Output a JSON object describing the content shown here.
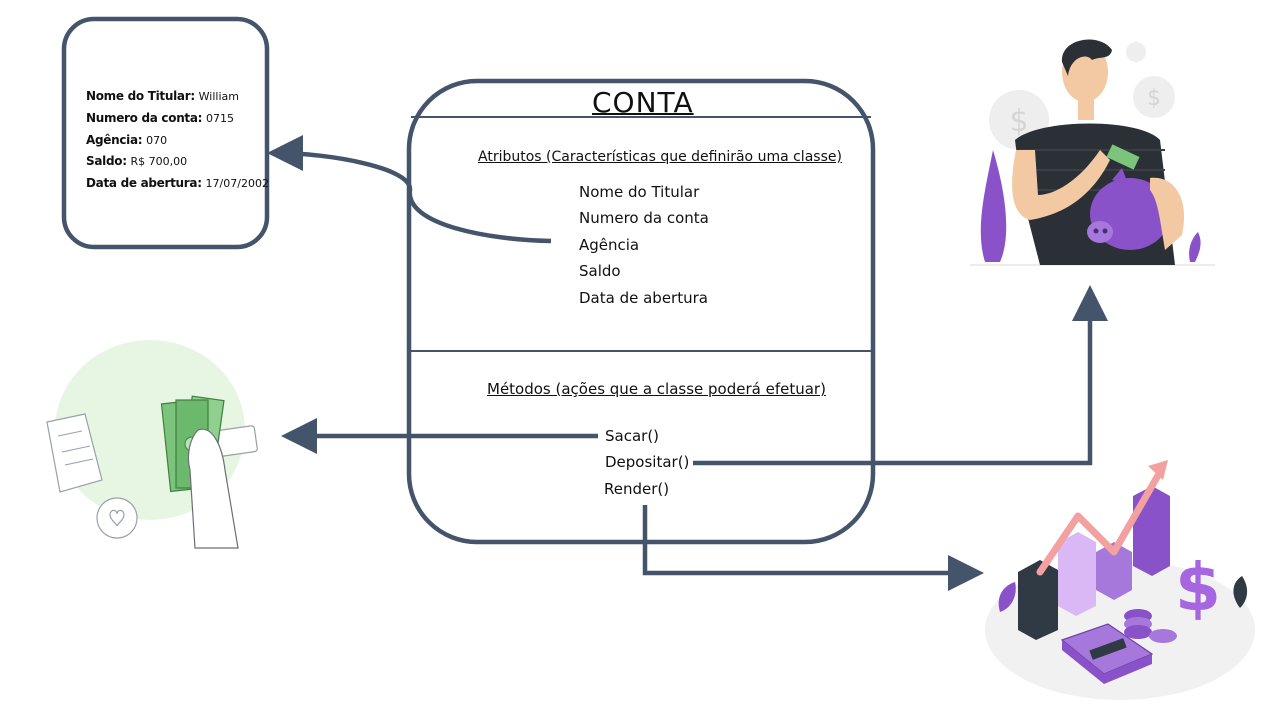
{
  "instance": {
    "rows": [
      {
        "label": "Nome do Titular:",
        "value": "William"
      },
      {
        "label": "Numero da conta:",
        "value": "0715"
      },
      {
        "label": "Agência:",
        "value": "070"
      },
      {
        "label": "Saldo:",
        "value": "R$ 700,00"
      },
      {
        "label": "Data de abertura:",
        "value": "17/07/2002"
      }
    ]
  },
  "class_box": {
    "title": "CONTA",
    "attributes_title": "Atributos (Características que definirão uma classe)",
    "attributes": [
      "Nome do Titular",
      "Numero da conta",
      "Agência",
      "Saldo",
      "Data de abertura"
    ],
    "methods_title": "Métodos (ações que a classe poderá efetuar)",
    "methods": [
      "Sacar()",
      "Depositar()",
      "Render()"
    ]
  },
  "colors": {
    "line": "#44546a",
    "purple": "#8a52c9",
    "purple_light": "#c9a6ee",
    "green": "#7cc47c",
    "green_bg": "#e6f6e2",
    "dark": "#2b2f36"
  },
  "icons": {
    "withdraw": "hand-with-cash-icon",
    "deposit": "man-with-piggy-bank-icon",
    "yield": "growth-chart-money-icon"
  }
}
